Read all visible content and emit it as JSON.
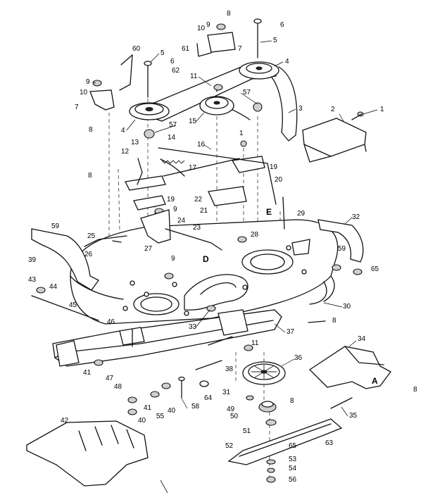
{
  "part_labels": {
    "p1a": "1",
    "p1b": "1",
    "p2": "2",
    "p3": "3",
    "p4a": "4",
    "p4b": "4",
    "p5a": "5",
    "p5b": "5",
    "p6a": "6",
    "p6b": "6",
    "p7a": "7",
    "p7b": "7",
    "p8a": "8",
    "p8b": "8",
    "p8c": "8",
    "p8d": "8",
    "p8e": "8",
    "p8f": "8",
    "p9a": "9",
    "p9b": "9",
    "p9c": "9",
    "p9d": "9",
    "p10a": "10",
    "p10b": "10",
    "p11a": "11",
    "p11b": "11",
    "p12": "12",
    "p13": "13",
    "p14": "14",
    "p15": "15",
    "p16": "16",
    "p17": "17",
    "p19a": "19",
    "p19b": "19",
    "p20": "20",
    "p21": "21",
    "p22": "22",
    "p23": "23",
    "p24": "24",
    "p25": "25",
    "p26": "26",
    "p27": "27",
    "p28": "28",
    "p29": "29",
    "p30": "30",
    "p31": "31",
    "p32": "32",
    "p33": "33",
    "p34": "34",
    "p35": "35",
    "p36": "36",
    "p37": "37",
    "p38": "38",
    "p39": "39",
    "p40a": "40",
    "p40b": "40",
    "p41a": "41",
    "p41b": "41",
    "p42": "42",
    "p43": "43",
    "p44": "44",
    "p45": "45",
    "p46": "46",
    "p47": "47",
    "p48": "48",
    "p49": "49",
    "p50": "50",
    "p51": "51",
    "p52": "52",
    "p53": "53",
    "p54": "54",
    "p55": "55",
    "p56": "56",
    "p57a": "57",
    "p57b": "57",
    "p58": "58",
    "p59a": "59",
    "p59b": "59",
    "p60": "60",
    "p61": "61",
    "p62": "62",
    "p63": "63",
    "p64": "64",
    "p65a": "65",
    "p65b": "65"
  },
  "letter_labels": {
    "A": "A",
    "D": "D",
    "E": "E"
  }
}
